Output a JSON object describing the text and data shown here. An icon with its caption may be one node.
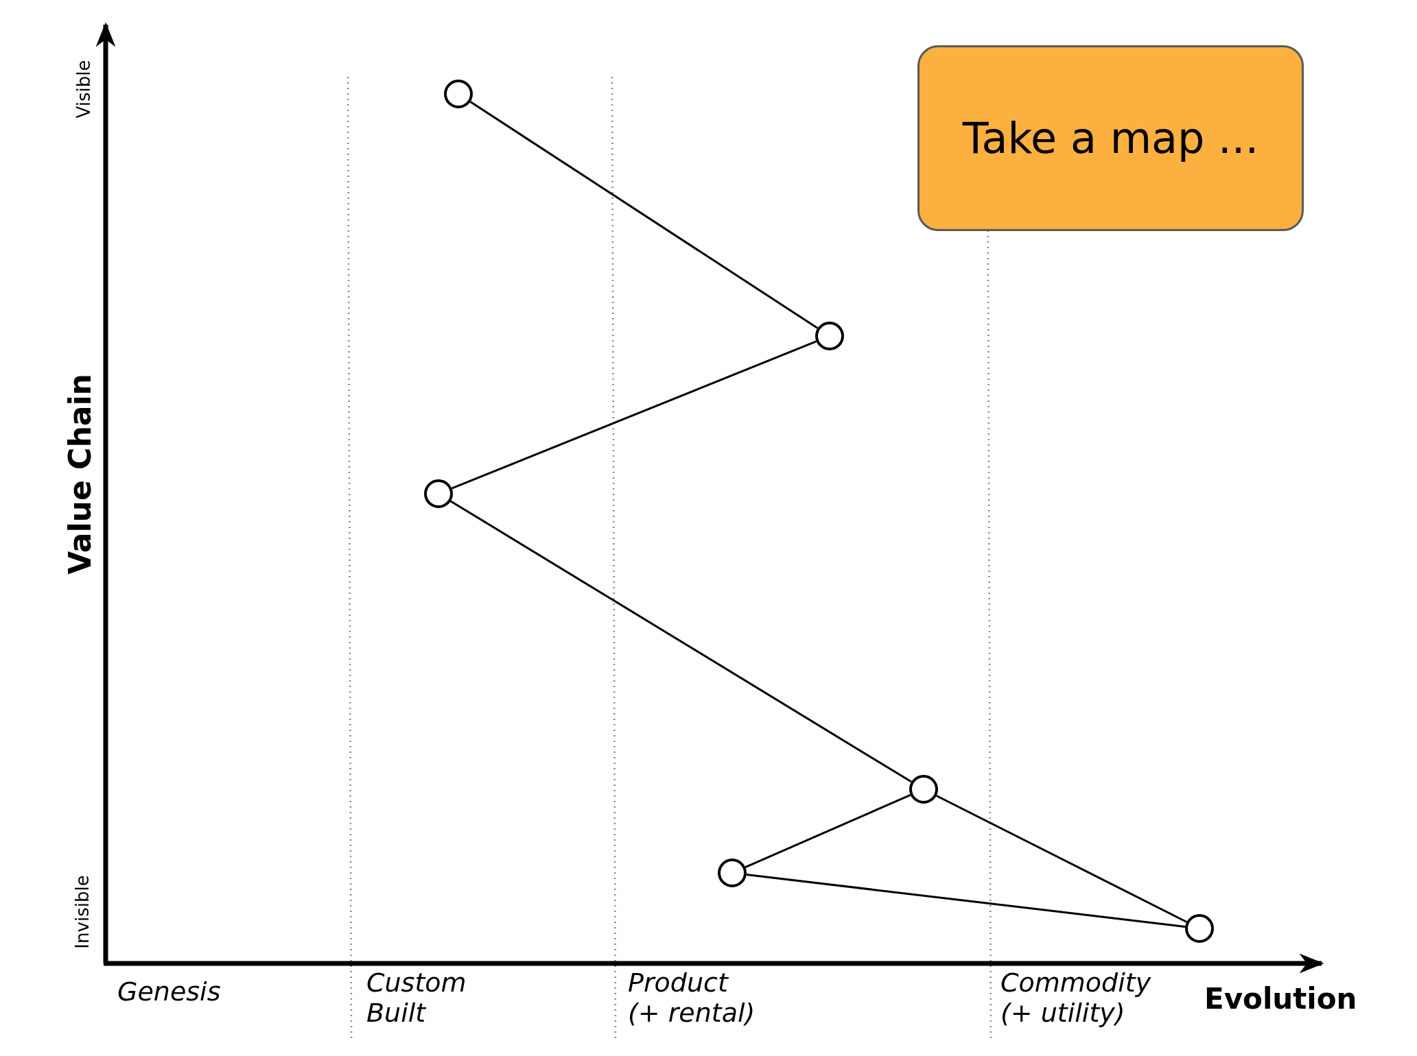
{
  "diagram": {
    "nodes": [
      {
        "text": [],
        "shape": "circle"
      },
      {
        "text": [],
        "shape": "circle"
      },
      {
        "text": [],
        "shape": "circle"
      },
      {
        "text": [],
        "shape": "circle"
      },
      {
        "text": [],
        "shape": "circle"
      },
      {
        "text": [],
        "shape": "circle"
      },
      {
        "text": [
          "Take a map ..."
        ]
      }
    ],
    "edges": [
      {
        "from": 0,
        "to": 1,
        "arrow": "none"
      },
      {
        "from": 1,
        "to": 2,
        "arrow": "none"
      },
      {
        "from": 2,
        "to": 3,
        "arrow": "none"
      },
      {
        "from": 3,
        "to": 5,
        "arrow": "none"
      },
      {
        "from": 5,
        "to": 4,
        "arrow": "none"
      },
      {
        "from": 4,
        "to": 3,
        "arrow": "none"
      }
    ],
    "labels": [
      "Visible",
      "Value Chain",
      "Invisible",
      "Genesis",
      "Custom Built",
      "Product (+ rental)",
      "Commodity (+ utility)",
      "Evolution"
    ]
  }
}
